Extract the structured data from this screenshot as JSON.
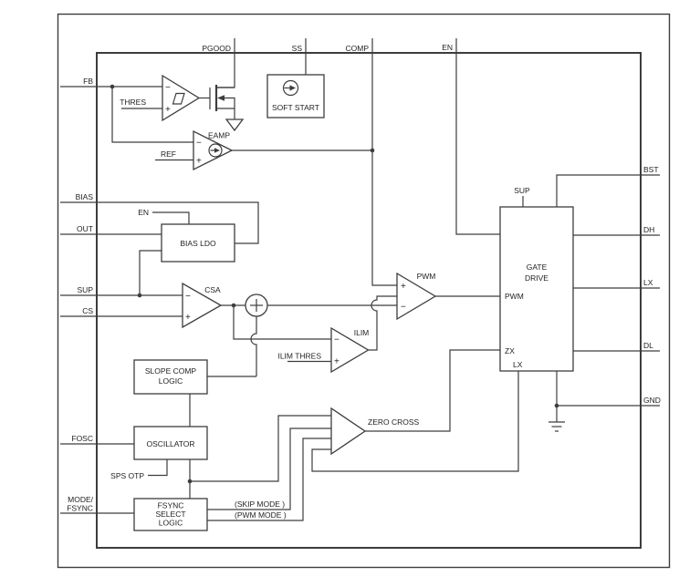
{
  "colors": {
    "background": "#ffffff",
    "line": "#3d3d3d",
    "text": "#1f1f1f"
  },
  "pins": {
    "top": [
      {
        "id": "pgood",
        "label": "PGOOD"
      },
      {
        "id": "ss",
        "label": "SS"
      },
      {
        "id": "comp",
        "label": "COMP"
      },
      {
        "id": "en",
        "label": "EN"
      }
    ],
    "left": [
      {
        "id": "fb",
        "label": "FB"
      },
      {
        "id": "bias",
        "label": "BIAS"
      },
      {
        "id": "out",
        "label": "OUT"
      },
      {
        "id": "sup",
        "label": "SUP"
      },
      {
        "id": "cs",
        "label": "CS"
      },
      {
        "id": "fosc",
        "label": "FOSC"
      },
      {
        "id": "mode_fsync",
        "label": "MODE/",
        "label2": "FSYNC"
      }
    ],
    "right": [
      {
        "id": "bst",
        "label": "BST"
      },
      {
        "id": "dh",
        "label": "DH"
      },
      {
        "id": "lx",
        "label": "LX"
      },
      {
        "id": "dl",
        "label": "DL"
      },
      {
        "id": "gnd",
        "label": "GND"
      }
    ]
  },
  "blocks": {
    "soft_start": {
      "label": "SOFT START"
    },
    "bias_ldo": {
      "label": "BIAS LDO"
    },
    "slope_comp": {
      "line1": "SLOPE COMP",
      "line2": "LOGIC"
    },
    "oscillator": {
      "label": "OSCILLATOR"
    },
    "fsync_select": {
      "line1": "FSYNC",
      "line2": "SELECT",
      "line3": "LOGIC"
    },
    "gate_drive": {
      "line1": "GATE",
      "line2": "DRIVE",
      "pin_sup": "SUP",
      "pin_pwm": "PWM",
      "pin_zx": "ZX",
      "pin_lx": "LX"
    }
  },
  "amplifiers": {
    "pgood_comp": {
      "minus": "−",
      "plus": "+"
    },
    "eamp": {
      "label": "EAMP",
      "minus": "−",
      "plus": "+"
    },
    "csa": {
      "label": "CSA",
      "minus": "−",
      "plus": "+"
    },
    "pwm": {
      "label": "PWM",
      "minus": "−",
      "plus": "+"
    },
    "ilim": {
      "label": "ILIM",
      "minus": "−",
      "plus": "+"
    },
    "zero_cross": {
      "label": "ZERO CROSS"
    }
  },
  "signals": {
    "thres": "THRES",
    "ref": "REF",
    "en_internal": "EN",
    "ilim_thres": "ILIM THRES",
    "sps_otp": "SPS OTP",
    "skip_mode": "(SKIP MODE )",
    "pwm_mode": "(PWM MODE )"
  }
}
